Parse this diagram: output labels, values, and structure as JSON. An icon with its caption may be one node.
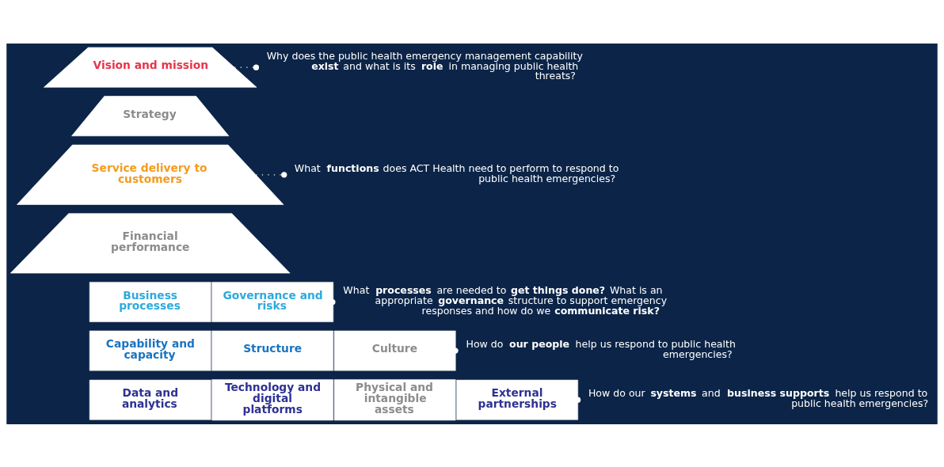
{
  "diagram": {
    "nodes": [
      {
        "text": [
          "Vision and mission"
        ]
      },
      {
        "text": [
          "Why does the public health emergency management capability **exist** and what is its **role** in managing public health threats?"
        ]
      },
      {
        "text": [
          "Strategy"
        ]
      },
      {
        "text": [
          "Service delivery to customers"
        ]
      },
      {
        "text": [
          "What **functions** does ACT Health need to perform to respond to public health emergencies?"
        ]
      },
      {
        "text": [
          "Financial performance"
        ]
      },
      {
        "text": [
          "Business processes"
        ]
      },
      {
        "text": [
          "Governance and risks"
        ]
      },
      {
        "text": [
          "What **processes** are needed to **get things done?** What is an appropriate **governance** structure to support emergency responses and how do we **communicate risk?**"
        ]
      },
      {
        "text": [
          "Capability and capacity"
        ]
      },
      {
        "text": [
          "Structure"
        ]
      },
      {
        "text": [
          "Culture"
        ]
      },
      {
        "text": [
          "How do **our people** help us respond to public health emergencies?"
        ]
      },
      {
        "text": [
          "Data and analytics"
        ]
      },
      {
        "text": [
          "Technology and digital platforms"
        ]
      },
      {
        "text": [
          "Physical and intangible assets"
        ]
      },
      {
        "text": [
          "External partnerships"
        ]
      },
      {
        "text": [
          "How do our **systems** and **business supports** help us respond to public health emergencies?"
        ]
      }
    ],
    "edges": [
      {
        "from": 0,
        "to": 1,
        "arrow": "other",
        "style": "dashed"
      },
      {
        "from": 3,
        "to": 4,
        "arrow": "other",
        "style": "dashed"
      },
      {
        "from": 7,
        "to": 8,
        "arrow": "other",
        "style": "dashed"
      },
      {
        "from": 11,
        "to": 12,
        "arrow": "other",
        "style": "dashed"
      },
      {
        "from": 16,
        "to": 17,
        "arrow": "other",
        "style": "dashed"
      }
    ]
  }
}
